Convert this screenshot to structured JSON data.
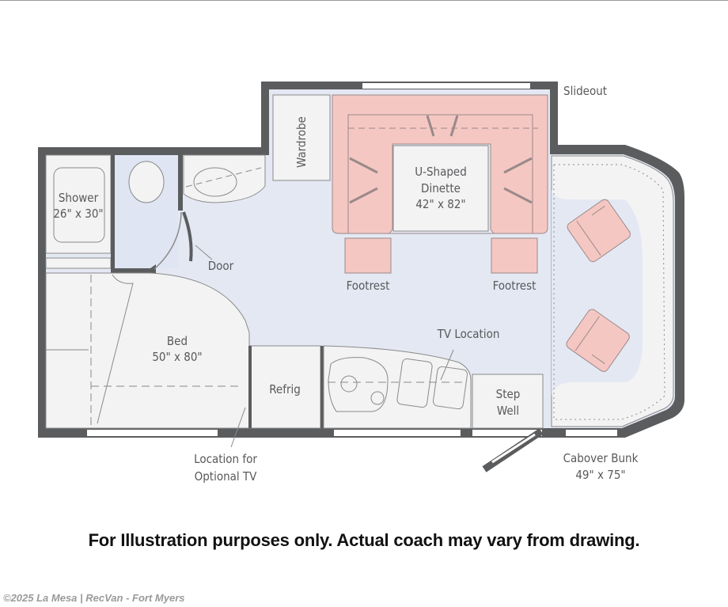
{
  "labels": {
    "slideout": "Slideout",
    "wardrobe": "Wardrobe",
    "dinette": [
      "U-Shaped",
      "Dinette",
      "42\" x 82\""
    ],
    "shower": [
      "Shower",
      "26\" x 30\""
    ],
    "door": "Door",
    "footrest_left": "Footrest",
    "footrest_right": "Footrest",
    "bed": [
      "Bed",
      "50\" x 80\""
    ],
    "tv_location": "TV Location",
    "refrig": "Refrig",
    "step_well": [
      "Step",
      "Well"
    ],
    "optional_tv": [
      "Location for",
      "Optional TV"
    ],
    "cabover_bunk": [
      "Cabover Bunk",
      "49\" x 75\""
    ]
  },
  "caption": "For Illustration purposes only.  Actual coach may vary from drawing.",
  "copyright": "©2025 La Mesa | RecVan - Fort Myers",
  "colors": {
    "wall": "#5b5c5e",
    "floor": "#e4e8f3",
    "furniture": "#f3f3f3",
    "seating": "#f5c7c3",
    "outline": "#8a8a8a"
  }
}
